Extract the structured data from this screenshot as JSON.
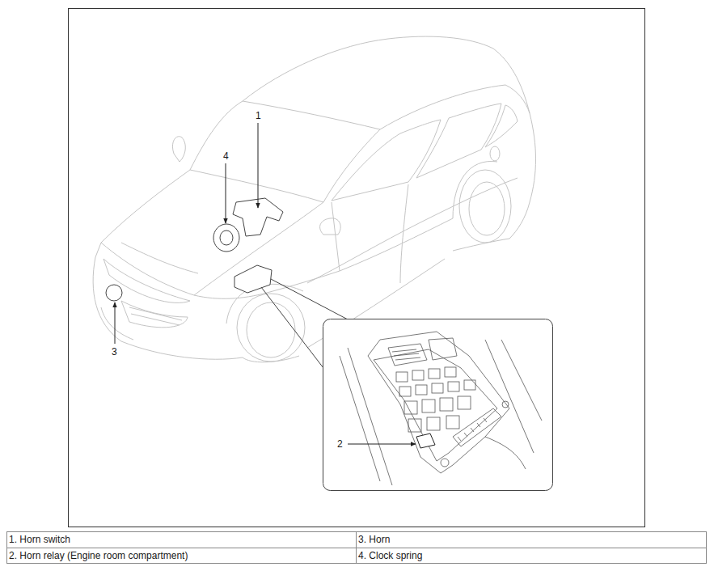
{
  "diagram": {
    "labels": [
      "1",
      "4",
      "3",
      "2",
      "1. Horn switch",
      "3. Horn",
      "2. Horn relay (Engine room compartment)",
      "4. Clock spring"
    ]
  }
}
